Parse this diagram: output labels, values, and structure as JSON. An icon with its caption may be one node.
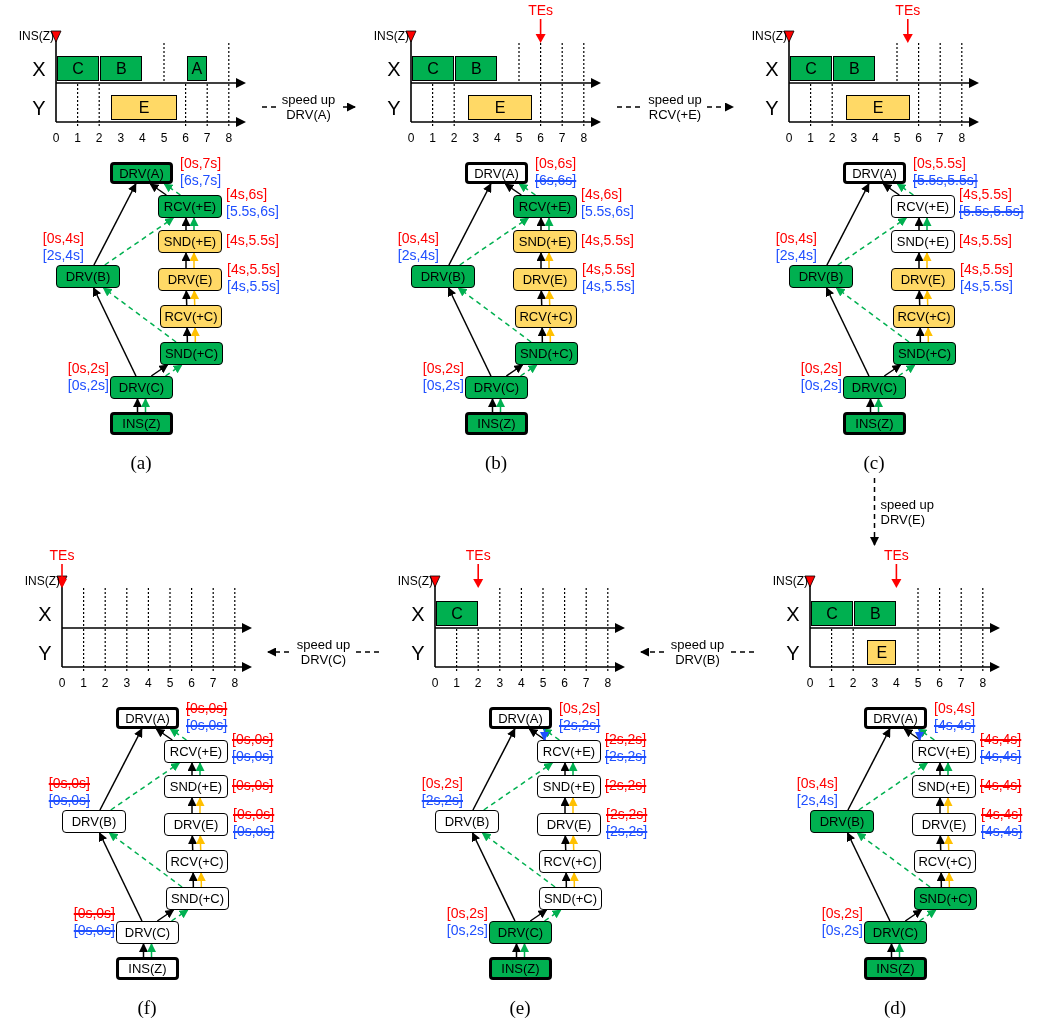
{
  "diagram": {
    "nodes": [
      {
        "text": [
          "(a)"
        ]
      },
      {
        "text": [
          "C"
        ],
        "in": 0
      },
      {
        "text": [
          "B"
        ],
        "in": 0
      },
      {
        "text": [
          "A"
        ],
        "in": 0
      },
      {
        "text": [
          "E"
        ],
        "in": 0
      },
      {
        "text": [
          "DRV(A)"
        ],
        "in": 0,
        "beside": [
          "[0s,7s]",
          "[6s,7s]"
        ]
      },
      {
        "text": [
          "RCV(+E)"
        ],
        "in": 0,
        "beside": [
          "[4s,6s]",
          "[5.5s,6s]"
        ]
      },
      {
        "text": [
          "SND(+E)"
        ],
        "in": 0,
        "beside": [
          "[4s,5.5s]"
        ]
      },
      {
        "text": [
          "DRV(B)"
        ],
        "in": 0,
        "beside": [
          "[0s,4s]",
          "[2s,4s]"
        ]
      },
      {
        "text": [
          "DRV(E)"
        ],
        "in": 0,
        "beside": [
          "[4s,5.5s]",
          "[4s,5.5s]"
        ]
      },
      {
        "text": [
          "RCV(+C)"
        ],
        "in": 0
      },
      {
        "text": [
          "SND(+C)"
        ],
        "in": 0
      },
      {
        "text": [
          "DRV(C)"
        ],
        "in": 0,
        "beside": [
          "[0s,2s]",
          "[0s,2s]"
        ]
      },
      {
        "text": [
          "INS(Z)"
        ],
        "in": 0
      },
      {
        "text": [
          "(b)"
        ]
      },
      {
        "text": [
          "C"
        ],
        "in": 14
      },
      {
        "text": [
          "B"
        ],
        "in": 14
      },
      {
        "text": [
          "E"
        ],
        "in": 14
      },
      {
        "text": [
          "DRV(A)"
        ],
        "in": 14,
        "beside": [
          "[0s,6s]",
          "[6s,6s]"
        ]
      },
      {
        "text": [
          "RCV(+E)"
        ],
        "in": 14,
        "beside": [
          "[4s,6s]",
          "[5.5s,6s]"
        ]
      },
      {
        "text": [
          "SND(+E)"
        ],
        "in": 14,
        "beside": [
          "[4s,5.5s]"
        ]
      },
      {
        "text": [
          "DRV(B)"
        ],
        "in": 14,
        "beside": [
          "[0s,4s]",
          "[2s,4s]"
        ]
      },
      {
        "text": [
          "DRV(E)"
        ],
        "in": 14,
        "beside": [
          "[4s,5.5s]",
          "[4s,5.5s]"
        ]
      },
      {
        "text": [
          "RCV(+C)"
        ],
        "in": 14
      },
      {
        "text": [
          "SND(+C)"
        ],
        "in": 14
      },
      {
        "text": [
          "DRV(C)"
        ],
        "in": 14,
        "beside": [
          "[0s,2s]",
          "[0s,2s]"
        ]
      },
      {
        "text": [
          "INS(Z)"
        ],
        "in": 14
      },
      {
        "text": [
          "(c)"
        ]
      },
      {
        "text": [
          "C"
        ],
        "in": 27
      },
      {
        "text": [
          "B"
        ],
        "in": 27
      },
      {
        "text": [
          "E"
        ],
        "in": 27
      },
      {
        "text": [
          "DRV(A)"
        ],
        "in": 27,
        "beside": [
          "[0s,5.5s]",
          "[5.5s,5.5s]"
        ]
      },
      {
        "text": [
          "RCV(+E)"
        ],
        "in": 27,
        "beside": [
          "[4s,5.5s]",
          "[5.5s,5.5s]"
        ]
      },
      {
        "text": [
          "SND(+E)"
        ],
        "in": 27,
        "beside": [
          "[4s,5.5s]"
        ]
      },
      {
        "text": [
          "DRV(B)"
        ],
        "in": 27,
        "beside": [
          "[0s,4s]",
          "[2s,4s]"
        ]
      },
      {
        "text": [
          "DRV(E)"
        ],
        "in": 27,
        "beside": [
          "[4s,5.5s]",
          "[4s,5.5s]"
        ]
      },
      {
        "text": [
          "RCV(+C)"
        ],
        "in": 27
      },
      {
        "text": [
          "SND(+C)"
        ],
        "in": 27
      },
      {
        "text": [
          "DRV(C)"
        ],
        "in": 27,
        "beside": [
          "[0s,2s]",
          "[0s,2s]"
        ]
      },
      {
        "text": [
          "INS(Z)"
        ],
        "in": 27
      },
      {
        "text": [
          "(f)"
        ]
      },
      {
        "text": [
          "DRV(A)"
        ],
        "in": 40,
        "beside": [
          "[0s,0s]",
          "[0s,0s]"
        ]
      },
      {
        "text": [
          "RCV(+E)"
        ],
        "in": 40,
        "beside": [
          "[0s,0s]",
          "[0s,0s]"
        ]
      },
      {
        "text": [
          "SND(+E)"
        ],
        "in": 40,
        "beside": [
          "[0s,0s]"
        ]
      },
      {
        "text": [
          "DRV(B)"
        ],
        "in": 40,
        "beside": [
          "[0s,0s]",
          "[0s,0s]"
        ]
      },
      {
        "text": [
          "DRV(E)"
        ],
        "in": 40,
        "beside": [
          "[0s,0s]",
          "[0s,0s]"
        ]
      },
      {
        "text": [
          "RCV(+C)"
        ],
        "in": 40
      },
      {
        "text": [
          "SND(+C)"
        ],
        "in": 40
      },
      {
        "text": [
          "DRV(C)"
        ],
        "in": 40,
        "beside": [
          "[0s,0s]",
          "[0s,0s]"
        ]
      },
      {
        "text": [
          "INS(Z)"
        ],
        "in": 40
      },
      {
        "text": [
          "(e)"
        ]
      },
      {
        "text": [
          "C"
        ],
        "in": 50
      },
      {
        "text": [
          "DRV(A)"
        ],
        "in": 50,
        "beside": [
          "[0s,2s]",
          "[2s,2s]"
        ]
      },
      {
        "text": [
          "RCV(+E)"
        ],
        "in": 50,
        "beside": [
          "[2s,2s]",
          "[2s,2s]"
        ]
      },
      {
        "text": [
          "SND(+E)"
        ],
        "in": 50,
        "beside": [
          "[2s,2s]"
        ]
      },
      {
        "text": [
          "DRV(B)"
        ],
        "in": 50,
        "beside": [
          "[0s,2s]",
          "[2s,2s]"
        ]
      },
      {
        "text": [
          "DRV(E)"
        ],
        "in": 50,
        "beside": [
          "[2s,2s]",
          "[2s,2s]"
        ]
      },
      {
        "text": [
          "RCV(+C)"
        ],
        "in": 50
      },
      {
        "text": [
          "SND(+C)"
        ],
        "in": 50
      },
      {
        "text": [
          "DRV(C)"
        ],
        "in": 50,
        "beside": [
          "[0s,2s]",
          "[0s,2s]"
        ]
      },
      {
        "text": [
          "INS(Z)"
        ],
        "in": 50
      },
      {
        "text": [
          "(d)"
        ]
      },
      {
        "text": [
          "C"
        ],
        "in": 61
      },
      {
        "text": [
          "B"
        ],
        "in": 61
      },
      {
        "text": [
          "E"
        ],
        "in": 61
      },
      {
        "text": [
          "DRV(A)"
        ],
        "in": 61,
        "beside": [
          "[0s,4s]",
          "[4s,4s]"
        ]
      },
      {
        "text": [
          "RCV(+E)"
        ],
        "in": 61,
        "beside": [
          "[4s,4s]",
          "[4s,4s]"
        ]
      },
      {
        "text": [
          "SND(+E)"
        ],
        "in": 61,
        "beside": [
          "[4s,4s]"
        ]
      },
      {
        "text": [
          "DRV(B)"
        ],
        "in": 61,
        "beside": [
          "[0s,4s]",
          "[2s,4s]"
        ]
      },
      {
        "text": [
          "DRV(E)"
        ],
        "in": 61,
        "beside": [
          "[4s,4s]",
          "[4s,4s]"
        ]
      },
      {
        "text": [
          "RCV(+C)"
        ],
        "in": 61
      },
      {
        "text": [
          "SND(+C)"
        ],
        "in": 61
      },
      {
        "text": [
          "DRV(C)"
        ],
        "in": 61,
        "beside": [
          "[0s,2s]",
          "[0s,2s]"
        ]
      },
      {
        "text": [
          "INS(Z)"
        ],
        "in": 61
      }
    ],
    "edges": [
      {
        "from": 0,
        "to": 14,
        "arrow": "to",
        "style": "dashed",
        "label": "speed up DRV(A)"
      },
      {
        "from": 14,
        "to": 27,
        "arrow": "to",
        "style": "dashed",
        "label": "speed up RCV(+E)"
      },
      {
        "from": 27,
        "to": 61,
        "arrow": "to",
        "style": "dashed",
        "label": "speed up DRV(E)"
      },
      {
        "from": 61,
        "to": 50,
        "arrow": "to",
        "style": "dashed",
        "label": "speed up DRV(B)"
      },
      {
        "from": 50,
        "to": 40,
        "arrow": "to",
        "style": "dashed",
        "label": "speed up DRV(C)"
      },
      {
        "from": 13,
        "to": 12,
        "arrow": "to"
      },
      {
        "from": 12,
        "to": 8,
        "arrow": "to"
      },
      {
        "from": 12,
        "to": 11,
        "arrow": "to"
      },
      {
        "from": 11,
        "to": 10,
        "arrow": "to"
      },
      {
        "from": 10,
        "to": 9,
        "arrow": "to"
      },
      {
        "from": 9,
        "to": 7,
        "arrow": "to"
      },
      {
        "from": 7,
        "to": 6,
        "arrow": "to"
      },
      {
        "from": 6,
        "to": 5,
        "arrow": "to"
      },
      {
        "from": 8,
        "to": 5,
        "arrow": "to"
      },
      {
        "from": 13,
        "to": 12,
        "arrow": "to",
        "style": "dashed",
        "color": "#00b050"
      },
      {
        "from": 12,
        "to": 11,
        "arrow": "to",
        "style": "dashed",
        "color": "#00b050"
      },
      {
        "from": 11,
        "to": 8,
        "arrow": "to",
        "style": "dashed",
        "color": "#00b050"
      },
      {
        "from": 7,
        "to": 6,
        "arrow": "to",
        "style": "dashed",
        "color": "#00b050"
      },
      {
        "from": 8,
        "to": 6,
        "arrow": "to",
        "style": "dashed",
        "color": "#00b050"
      },
      {
        "from": 6,
        "to": 5,
        "arrow": "to",
        "style": "dashed",
        "color": "#00b050"
      },
      {
        "from": 11,
        "to": 10,
        "arrow": "to",
        "color": "#ffc000"
      },
      {
        "from": 10,
        "to": 9,
        "arrow": "to",
        "color": "#ffc000"
      },
      {
        "from": 9,
        "to": 7,
        "arrow": "to",
        "color": "#ffc000"
      },
      {
        "from": 26,
        "to": 25,
        "arrow": "to"
      },
      {
        "from": 25,
        "to": 21,
        "arrow": "to"
      },
      {
        "from": 25,
        "to": 24,
        "arrow": "to"
      },
      {
        "from": 24,
        "to": 23,
        "arrow": "to"
      },
      {
        "from": 23,
        "to": 22,
        "arrow": "to"
      },
      {
        "from": 22,
        "to": 20,
        "arrow": "to"
      },
      {
        "from": 20,
        "to": 19,
        "arrow": "to"
      },
      {
        "from": 19,
        "to": 18,
        "arrow": "to"
      },
      {
        "from": 21,
        "to": 18,
        "arrow": "to"
      },
      {
        "from": 26,
        "to": 25,
        "arrow": "to",
        "style": "dashed",
        "color": "#00b050"
      },
      {
        "from": 25,
        "to": 24,
        "arrow": "to",
        "style": "dashed",
        "color": "#00b050"
      },
      {
        "from": 24,
        "to": 21,
        "arrow": "to",
        "style": "dashed",
        "color": "#00b050"
      },
      {
        "from": 20,
        "to": 19,
        "arrow": "to",
        "style": "dashed",
        "color": "#00b050"
      },
      {
        "from": 21,
        "to": 19,
        "arrow": "to",
        "style": "dashed",
        "color": "#00b050"
      },
      {
        "from": 19,
        "to": 18,
        "arrow": "to",
        "style": "dashed",
        "color": "#00b050"
      },
      {
        "from": 24,
        "to": 23,
        "arrow": "to",
        "color": "#ffc000"
      },
      {
        "from": 23,
        "to": 22,
        "arrow": "to",
        "color": "#ffc000"
      },
      {
        "from": 22,
        "to": 20,
        "arrow": "to",
        "color": "#ffc000"
      },
      {
        "from": 39,
        "to": 38,
        "arrow": "to"
      },
      {
        "from": 38,
        "to": 34,
        "arrow": "to"
      },
      {
        "from": 38,
        "to": 37,
        "arrow": "to"
      },
      {
        "from": 37,
        "to": 36,
        "arrow": "to"
      },
      {
        "from": 36,
        "to": 35,
        "arrow": "to"
      },
      {
        "from": 35,
        "to": 33,
        "arrow": "to"
      },
      {
        "from": 33,
        "to": 32,
        "arrow": "to"
      },
      {
        "from": 32,
        "to": 31,
        "arrow": "to"
      },
      {
        "from": 34,
        "to": 31,
        "arrow": "to"
      },
      {
        "from": 39,
        "to": 38,
        "arrow": "to",
        "style": "dashed",
        "color": "#00b050"
      },
      {
        "from": 38,
        "to": 37,
        "arrow": "to",
        "style": "dashed",
        "color": "#00b050"
      },
      {
        "from": 37,
        "to": 34,
        "arrow": "to",
        "style": "dashed",
        "color": "#00b050"
      },
      {
        "from": 33,
        "to": 32,
        "arrow": "to",
        "style": "dashed",
        "color": "#00b050"
      },
      {
        "from": 34,
        "to": 32,
        "arrow": "to",
        "style": "dashed",
        "color": "#00b050"
      },
      {
        "from": 32,
        "to": 31,
        "arrow": "to",
        "style": "dashed",
        "color": "#00b050"
      },
      {
        "from": 37,
        "to": 36,
        "arrow": "to",
        "color": "#ffc000"
      },
      {
        "from": 36,
        "to": 35,
        "arrow": "to",
        "color": "#ffc000"
      },
      {
        "from": 35,
        "to": 33,
        "arrow": "to",
        "color": "#ffc000"
      },
      {
        "from": 49,
        "to": 48,
        "arrow": "to"
      },
      {
        "from": 48,
        "to": 44,
        "arrow": "to"
      },
      {
        "from": 48,
        "to": 47,
        "arrow": "to"
      },
      {
        "from": 47,
        "to": 46,
        "arrow": "to"
      },
      {
        "from": 46,
        "to": 45,
        "arrow": "to"
      },
      {
        "from": 45,
        "to": 43,
        "arrow": "to"
      },
      {
        "from": 43,
        "to": 42,
        "arrow": "to"
      },
      {
        "from": 42,
        "to": 41,
        "arrow": "to"
      },
      {
        "from": 44,
        "to": 41,
        "arrow": "to"
      },
      {
        "from": 49,
        "to": 48,
        "arrow": "to",
        "style": "dashed",
        "color": "#00b050"
      },
      {
        "from": 48,
        "to": 47,
        "arrow": "to",
        "style": "dashed",
        "color": "#00b050"
      },
      {
        "from": 47,
        "to": 44,
        "arrow": "to",
        "style": "dashed",
        "color": "#00b050"
      },
      {
        "from": 43,
        "to": 42,
        "arrow": "to",
        "style": "dashed",
        "color": "#00b050"
      },
      {
        "from": 44,
        "to": 42,
        "arrow": "to",
        "style": "dashed",
        "color": "#00b050"
      },
      {
        "from": 42,
        "to": 41,
        "arrow": "to",
        "style": "dashed",
        "color": "#00b050"
      },
      {
        "from": 47,
        "to": 46,
        "arrow": "to",
        "color": "#ffc000"
      },
      {
        "from": 46,
        "to": 45,
        "arrow": "to",
        "color": "#ffc000"
      },
      {
        "from": 45,
        "to": 43,
        "arrow": "to",
        "color": "#ffc000"
      },
      {
        "from": 60,
        "to": 59,
        "arrow": "to"
      },
      {
        "from": 59,
        "to": 55,
        "arrow": "to"
      },
      {
        "from": 59,
        "to": 58,
        "arrow": "to"
      },
      {
        "from": 58,
        "to": 57,
        "arrow": "to"
      },
      {
        "from": 57,
        "to": 56,
        "arrow": "to"
      },
      {
        "from": 56,
        "to": 54,
        "arrow": "to"
      },
      {
        "from": 54,
        "to": 53,
        "arrow": "to"
      },
      {
        "from": 53,
        "to": 52,
        "arrow": "to"
      },
      {
        "from": 55,
        "to": 52,
        "arrow": "to"
      },
      {
        "from": 60,
        "to": 59,
        "arrow": "to",
        "style": "dashed",
        "color": "#00b050"
      },
      {
        "from": 59,
        "to": 58,
        "arrow": "to",
        "style": "dashed",
        "color": "#00b050"
      },
      {
        "from": 58,
        "to": 55,
        "arrow": "to",
        "style": "dashed",
        "color": "#00b050"
      },
      {
        "from": 54,
        "to": 53,
        "arrow": "to",
        "style": "dashed",
        "color": "#00b050"
      },
      {
        "from": 55,
        "to": 53,
        "arrow": "to",
        "style": "dashed",
        "color": "#00b050"
      },
      {
        "from": 53,
        "to": 52,
        "arrow": "to",
        "style": "dashed",
        "color": "#00b050"
      },
      {
        "from": 58,
        "to": 57,
        "arrow": "to",
        "color": "#ffc000"
      },
      {
        "from": 57,
        "to": 56,
        "arrow": "to",
        "color": "#ffc000"
      },
      {
        "from": 56,
        "to": 54,
        "arrow": "to",
        "color": "#ffc000"
      },
      {
        "from": 52,
        "to": 53,
        "arrow": "to",
        "color": "#1f4fff"
      },
      {
        "from": 73,
        "to": 72,
        "arrow": "to"
      },
      {
        "from": 72,
        "to": 68,
        "arrow": "to"
      },
      {
        "from": 72,
        "to": 71,
        "arrow": "to"
      },
      {
        "from": 71,
        "to": 70,
        "arrow": "to"
      },
      {
        "from": 70,
        "to": 69,
        "arrow": "to"
      },
      {
        "from": 69,
        "to": 67,
        "arrow": "to"
      },
      {
        "from": 67,
        "to": 66,
        "arrow": "to"
      },
      {
        "from": 66,
        "to": 65,
        "arrow": "to"
      },
      {
        "from": 68,
        "to": 65,
        "arrow": "to"
      },
      {
        "from": 73,
        "to": 72,
        "arrow": "to",
        "style": "dashed",
        "color": "#00b050"
      },
      {
        "from": 72,
        "to": 71,
        "arrow": "to",
        "style": "dashed",
        "color": "#00b050"
      },
      {
        "from": 71,
        "to": 68,
        "arrow": "to",
        "style": "dashed",
        "color": "#00b050"
      },
      {
        "from": 67,
        "to": 66,
        "arrow": "to",
        "style": "dashed",
        "color": "#00b050"
      },
      {
        "from": 68,
        "to": 66,
        "arrow": "to",
        "style": "dashed",
        "color": "#00b050"
      },
      {
        "from": 66,
        "to": 65,
        "arrow": "to",
        "style": "dashed",
        "color": "#00b050"
      },
      {
        "from": 71,
        "to": 70,
        "arrow": "to",
        "color": "#ffc000"
      },
      {
        "from": 70,
        "to": 69,
        "arrow": "to",
        "color": "#ffc000"
      },
      {
        "from": 69,
        "to": 67,
        "arrow": "to",
        "color": "#ffc000"
      },
      {
        "from": 65,
        "to": 66,
        "arrow": "to",
        "color": "#1f4fff"
      }
    ],
    "labels": [
      "INS(Z)",
      "X",
      "Y",
      "0",
      "1",
      "2",
      "3",
      "4",
      "5",
      "6",
      "7",
      "8",
      "TEs",
      "INS(Z)",
      "X",
      "Y",
      "0",
      "1",
      "2",
      "3",
      "4",
      "5",
      "6",
      "7",
      "8",
      "TEs",
      "INS(Z)",
      "X",
      "Y",
      "0",
      "1",
      "2",
      "3",
      "4",
      "5",
      "6",
      "7",
      "8",
      "TEs",
      "INS(Z)",
      "X",
      "Y",
      "0",
      "1",
      "2",
      "3",
      "4",
      "5",
      "6",
      "7",
      "8",
      "TEs",
      "INS(Z)",
      "X",
      "Y",
      "0",
      "1",
      "2",
      "3",
      "4",
      "5",
      "6",
      "7",
      "8",
      "TEs",
      "INS(Z)",
      "X",
      "Y",
      "0",
      "1",
      "2",
      "3",
      "4",
      "5",
      "6",
      "7",
      "8"
    ]
  }
}
